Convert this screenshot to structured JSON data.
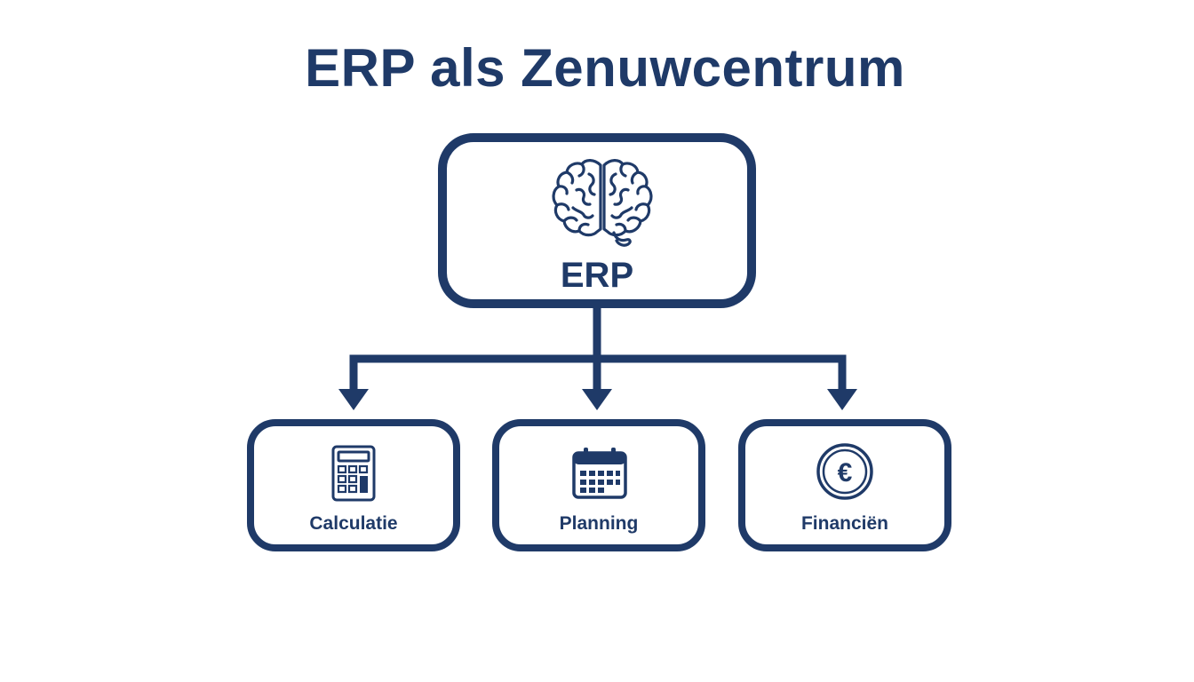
{
  "title": "ERP als Zenuwcentrum",
  "central": {
    "label": "ERP",
    "icon": "brain-icon"
  },
  "modules": [
    {
      "label": "Calculatie",
      "icon": "calculator-icon"
    },
    {
      "label": "Planning",
      "icon": "calendar-icon"
    },
    {
      "label": "Financiën",
      "icon": "euro-coin-icon"
    }
  ],
  "colors": {
    "primary": "#1f3a68",
    "background": "#ffffff"
  }
}
